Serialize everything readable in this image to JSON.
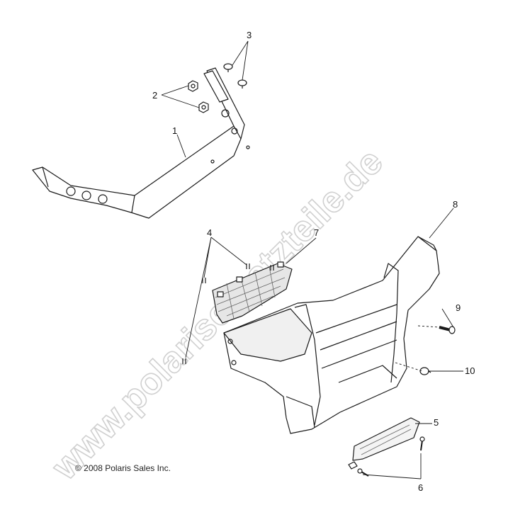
{
  "watermark": "www.polarisersatzteile.de",
  "copyright": "© 2008 Polaris Sales Inc.",
  "callouts": [
    "1",
    "2",
    "3",
    "4",
    "5",
    "6",
    "7",
    "8",
    "9",
    "10"
  ],
  "colors": {
    "line": "#1a1a1a",
    "watermark": "#d9d9d9",
    "shade": "#bdbdbd"
  }
}
